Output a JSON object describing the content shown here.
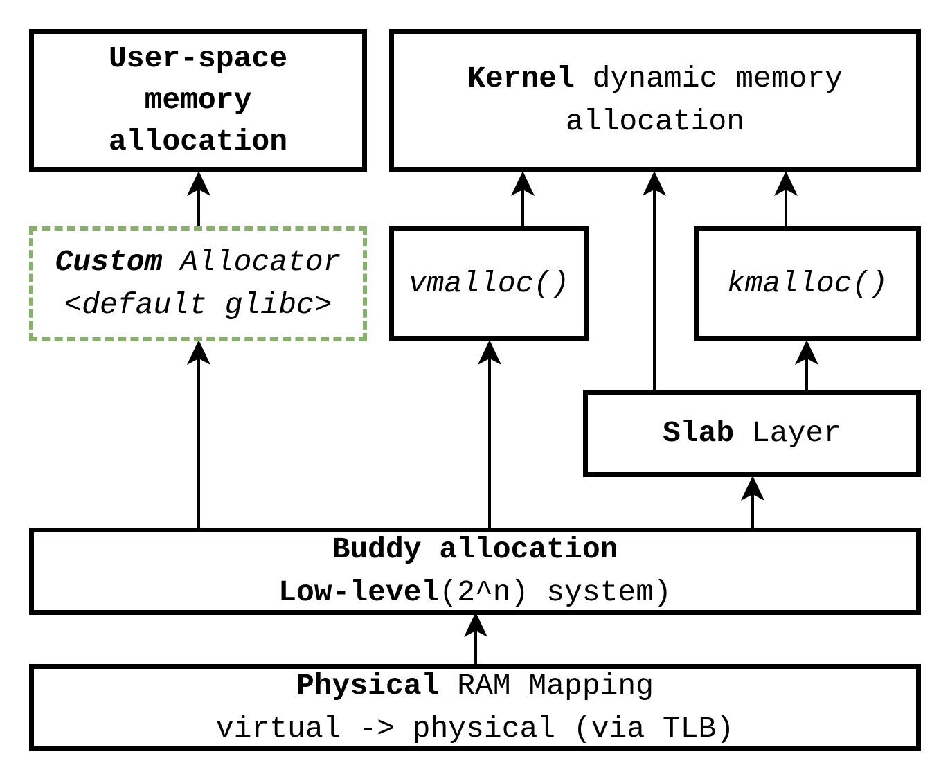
{
  "diagram": {
    "user_space": {
      "line1": "User-space",
      "line2": "memory",
      "line3": "allocation"
    },
    "kernel": {
      "bold": "Kernel",
      "line1_rest": " dynamic memory",
      "line2": "allocation"
    },
    "custom_allocator": {
      "bold": "Custom",
      "line1_rest": " Allocator",
      "line2": "<default glibc>",
      "border_color": "#82b366"
    },
    "vmalloc": {
      "label": "vmalloc()"
    },
    "kmalloc": {
      "label": "kmalloc()"
    },
    "slab": {
      "bold": "Slab",
      "rest": " Layer"
    },
    "buddy": {
      "line1": "Buddy allocation",
      "line2_bold": "Low-level",
      "line2_rest": "(2^n) system)"
    },
    "physical": {
      "bold": "Physical",
      "line1_rest": " RAM Mapping",
      "line2": "virtual -> physical (via TLB)"
    }
  }
}
